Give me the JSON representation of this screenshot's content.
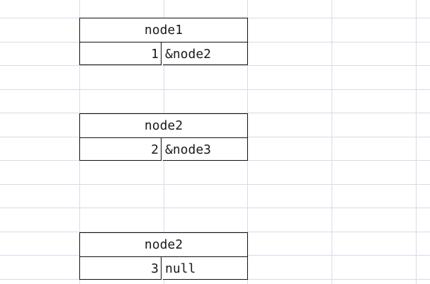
{
  "nodes": [
    {
      "name": "node1",
      "value": "1",
      "next": "&node2"
    },
    {
      "name": "node2",
      "value": "2",
      "next": "&node3"
    },
    {
      "name": "node2",
      "value": "3",
      "next": "null"
    }
  ]
}
